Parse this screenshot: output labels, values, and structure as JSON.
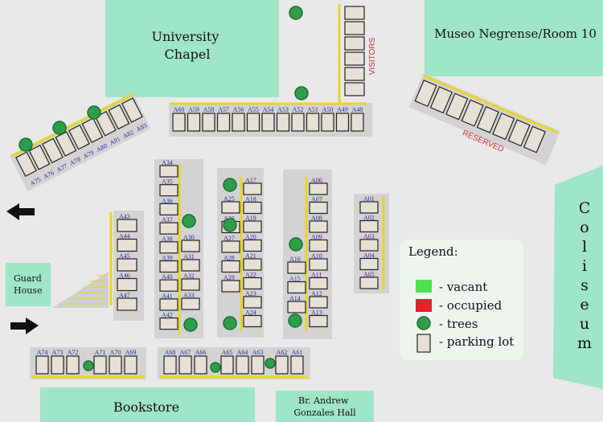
{
  "buildings": {
    "university_chapel": "University\nChapel",
    "museo": "Museo Negrense/Room 10",
    "coliseum": "Coliseum",
    "guard_house": "Guard\nHouse",
    "bookstore": "Bookstore",
    "gonzales_hall": "Br. Andrew\nGonzales Hall"
  },
  "zone_labels": {
    "visitors": "VISITORS",
    "reserved": "RESERVED"
  },
  "legend": {
    "title": "Legend:",
    "items": [
      {
        "label": "- vacant",
        "swatch": "vacant",
        "color": "#4ee24e"
      },
      {
        "label": "- occupied",
        "swatch": "occupied",
        "color": "#e8202a"
      },
      {
        "label": "- trees",
        "swatch": "tree",
        "color": "#2f9e4b"
      },
      {
        "label": "- parking lot",
        "swatch": "slot",
        "color": "#e6e0d6"
      }
    ]
  },
  "parking_labels": {
    "top_row": [
      "A60",
      "A59",
      "A58",
      "A57",
      "A56",
      "A55",
      "A54",
      "A53",
      "A52",
      "A51",
      "A50",
      "A49",
      "A48"
    ],
    "diagonal_left": [
      "A75",
      "A76",
      "A77",
      "A78",
      "A79",
      "A80",
      "A81",
      "A82",
      "A83"
    ],
    "col_a34": [
      "A34",
      "A35",
      "A36",
      "A37",
      "A38",
      "A39",
      "A40",
      "A41",
      "A42"
    ],
    "col_a30": [
      "A30",
      "A31",
      "A32",
      "A33"
    ],
    "col_a43": [
      "A43",
      "A44",
      "A45",
      "A46",
      "A47"
    ],
    "col_a25": [
      "A25",
      "A26",
      "A27",
      "A28",
      "A29"
    ],
    "col_a17": [
      "A17",
      "A18",
      "A19",
      "A20",
      "A21",
      "A22",
      "A23",
      "A24"
    ],
    "col_a16": [
      "A16",
      "A15",
      "A14"
    ],
    "col_a06": [
      "A06",
      "A07",
      "A08",
      "A09",
      "A10",
      "A11",
      "A12",
      "A13"
    ],
    "col_a01": [
      "A01",
      "A02",
      "A03",
      "A04",
      "A05"
    ],
    "bottom_left": [
      "A74",
      "A73",
      "A72",
      "A71",
      "A70",
      "A69"
    ],
    "bottom_mid": [
      "A68",
      "A67",
      "A66",
      "A65",
      "A64",
      "A63",
      "A62",
      "A61"
    ]
  }
}
